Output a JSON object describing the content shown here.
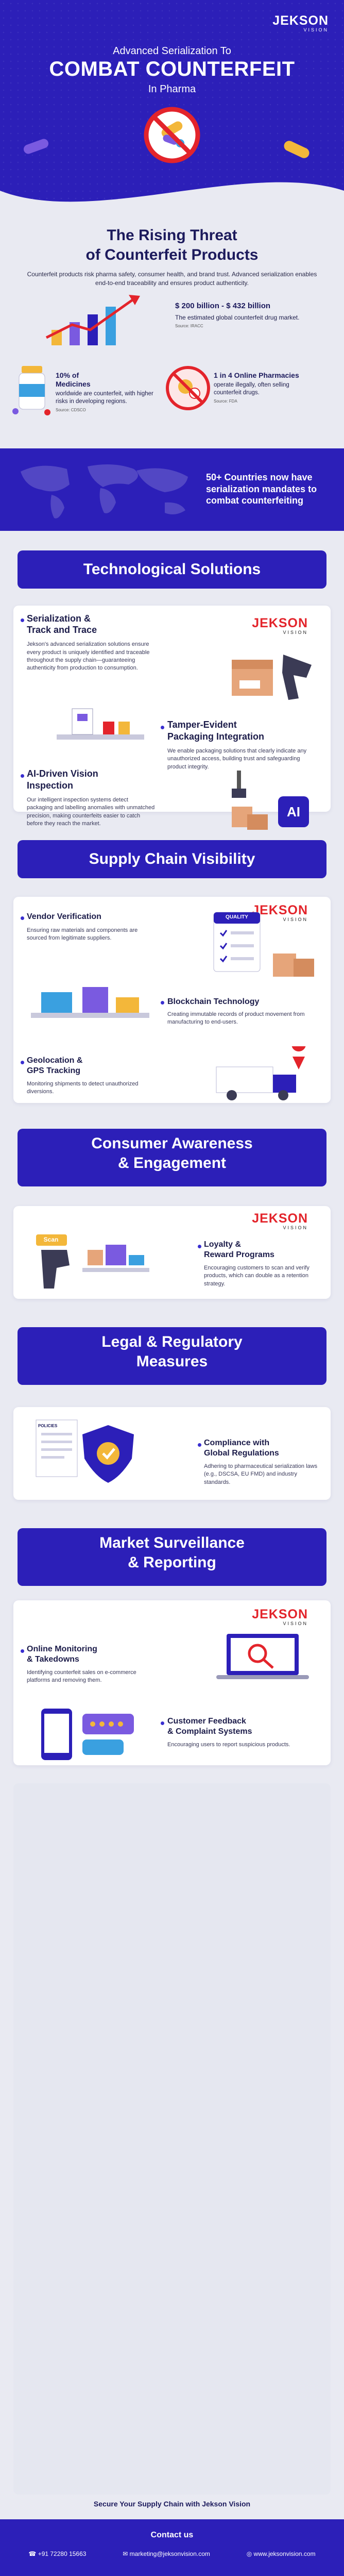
{
  "brand": {
    "name": "JEKSON",
    "tagline": "VISION"
  },
  "header": {
    "pre_title": "Advanced Serialization To",
    "title": "COMBAT COUNTERFEIT",
    "post_title": "In Pharma"
  },
  "threat": {
    "title_line1": "The Rising Threat",
    "title_line2": "of Counterfeit Products",
    "intro": "Counterfeit products risk pharma safety, consumer health, and brand trust. Advanced serialization enables end-to-end traceability and ensures product authenticity.",
    "stat1_value": "$ 200 billion - $ 432 billion",
    "stat1_text": "The estimated global counterfeit drug market.",
    "stat1_source": "Source: IRACC",
    "stat2_value": "10% of Medicines",
    "stat2_text": "worldwide are counterfeit, with higher risks in developing regions.",
    "stat2_source": "Source: CDSCO",
    "stat3_value": "1 in 4 Online Pharmacies",
    "stat3_text": "operate illegally, often selling counterfeit drugs.",
    "stat3_source": "Source: FDA",
    "world_text": "50+ Countries now have serialization mandates to combat counterfeiting"
  },
  "sections": {
    "tech": "Technological Solutions",
    "supply": "Supply Chain Visibility",
    "consumer_l1": "Consumer Awareness",
    "consumer_l2": "& Engagement",
    "legal_l1": "Legal & Regulatory",
    "legal_l2": "Measures",
    "market_l1": "Market Surveillance",
    "market_l2": "& Reporting"
  },
  "cards": {
    "serialization": {
      "title_l1": "Serialization &",
      "title_l2": "Track and Trace",
      "text": "Jekson's advanced serialization solutions ensure every product is uniquely identified and traceable throughout the supply chain—guaranteeing authenticity from production to consumption."
    },
    "tamper": {
      "title_l1": "Tamper-Evident",
      "title_l2": "Packaging Integration",
      "text": "We enable packaging solutions that clearly indicate any unauthorized access, building trust and safeguarding product integrity."
    },
    "ai": {
      "title_l1": "AI-Driven Vision",
      "title_l2": "Inspection",
      "text": "Our intelligent inspection systems detect packaging and labelling anomalies with unmatched precision, making counterfeits easier to catch before they reach the market.",
      "badge": "AI"
    },
    "vendor": {
      "title": "Vendor Verification",
      "text": "Ensuring raw materials and components are sourced from legitimate suppliers.",
      "doc_label": "QUALITY"
    },
    "blockchain": {
      "title": "Blockchain Technology",
      "text": "Creating immutable records of product movement from manufacturing to end-users."
    },
    "geo": {
      "title_l1": "Geolocation &",
      "title_l2": "GPS Tracking",
      "text": "Monitoring shipments to detect unauthorized diversions."
    },
    "loyalty": {
      "title_l1": "Loyalty &",
      "title_l2": "Reward Programs",
      "text": "Encouraging customers to scan and verify products, which can double as a retention strategy.",
      "scan_label": "Scan"
    },
    "compliance": {
      "title_l1": "Compliance with",
      "title_l2": "Global Regulations",
      "text": "Adhering to pharmaceutical serialization laws (e.g., DSCSA, EU FMD) and industry standards.",
      "doc_label": "POLICIES"
    },
    "monitoring": {
      "title_l1": "Online Monitoring",
      "title_l2": "& Takedowns",
      "text": "Identifying counterfeit sales on e-commerce platforms and removing them."
    },
    "feedback": {
      "title_l1": "Customer Feedback",
      "title_l2": "& Complaint Systems",
      "text": "Encouraging users to report suspicious products."
    }
  },
  "footer": {
    "cta": "Secure Your Supply Chain with Jekson Vision",
    "contact_title": "Contact us",
    "phone": "+91 72280 15663",
    "email": "marketing@jeksonvision.com",
    "web": "www.jeksonvision.com"
  },
  "colors": {
    "primary": "#2c1fb8",
    "accent_red": "#e3242b",
    "dark_text": "#1c1a5c"
  }
}
